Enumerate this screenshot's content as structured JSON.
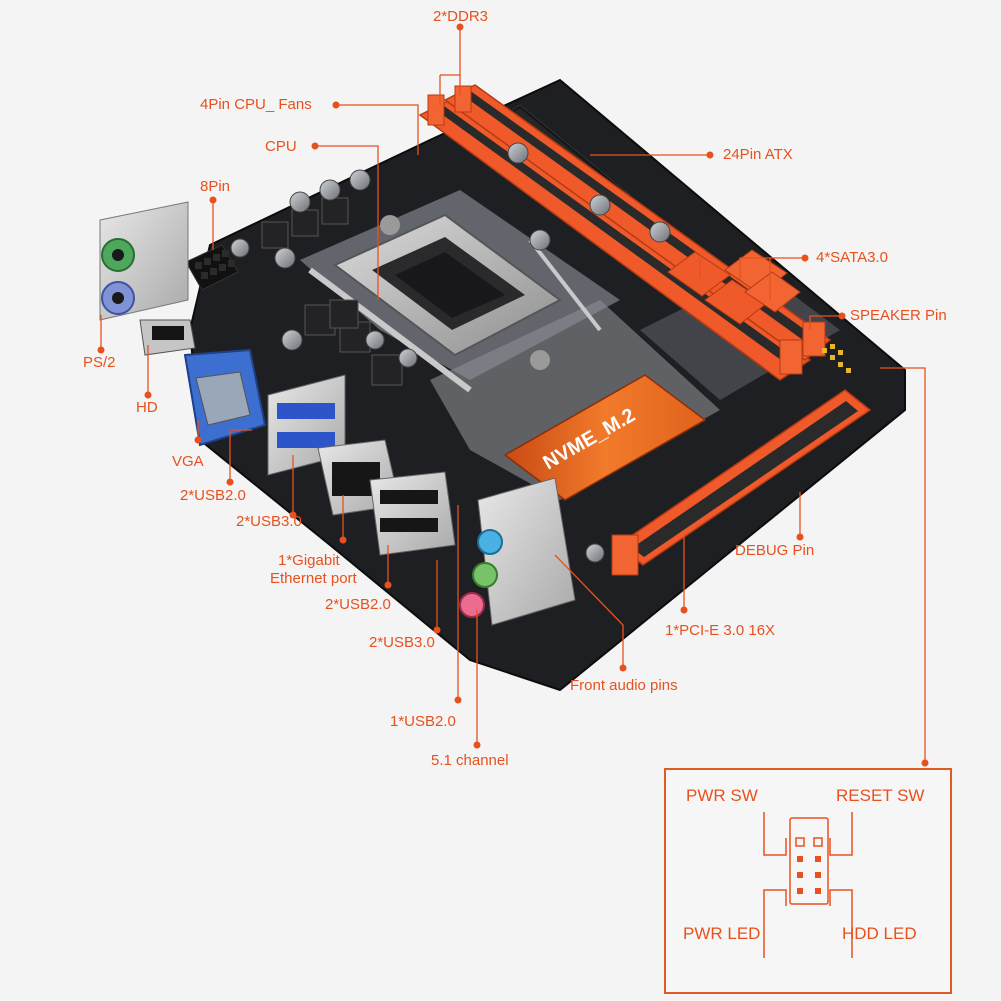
{
  "labels": {
    "ddr3": "2*DDR3",
    "cpu_fans": "4Pin CPU_ Fans",
    "cpu": "CPU",
    "atx24": "24Pin ATX",
    "pin8": "8Pin",
    "sata": "4*SATA3.0",
    "speaker": "SPEAKER Pin",
    "ps2": "PS/2",
    "hd": "HD",
    "vga": "VGA",
    "usb20_a": "2*USB2.0",
    "usb30_a": "2*USB3.0",
    "gigabit_line1": "1*Gigabit",
    "gigabit_line2": "Ethernet port",
    "usb20_b": "2*USB2.0",
    "usb30_b": "2*USB3.0",
    "usb20_c": "1*USB2.0",
    "channel51": "5.1 channel",
    "front_audio": "Front audio pins",
    "pcie": "1*PCI-E 3.0 16X",
    "debug": "DEBUG Pin"
  },
  "board": {
    "nvme_label": "NVME_M.2"
  },
  "panel_header": {
    "pwr_sw": "PWR SW",
    "reset_sw": "RESET SW",
    "pwr_led": "PWR LED",
    "hdd_led": "HDD  LED"
  },
  "colors": {
    "accent": "#e8511e",
    "slot_orange": "#f0592a",
    "pcb": "#1e1f22"
  }
}
